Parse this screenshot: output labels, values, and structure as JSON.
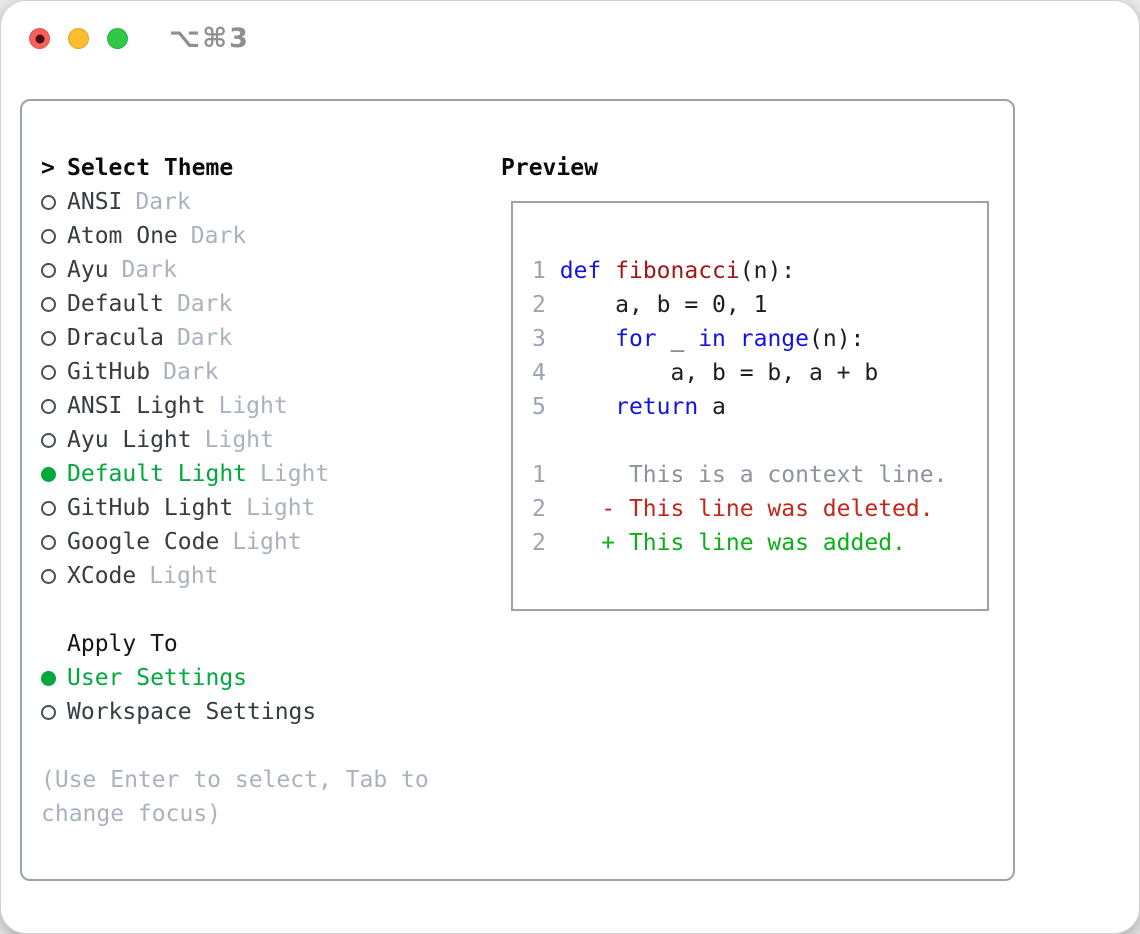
{
  "window": {
    "shortcut_label": "⌥⌘3"
  },
  "colors": {
    "accent_green": "#00a83e",
    "keyword_blue": "#1414e0",
    "function_red": "#a51616",
    "deleted_red": "#c3271b",
    "added_green": "#0ab017",
    "muted_gray": "#a9b2bd",
    "border_gray": "#9aa3ae",
    "traffic_red": "#f8615a",
    "traffic_yellow": "#fbbd2d",
    "traffic_green": "#30c847"
  },
  "theme_picker": {
    "heading_prefix": ">",
    "heading": "Select Theme",
    "items": [
      {
        "label": "ANSI",
        "tag": "Dark",
        "selected": false
      },
      {
        "label": "Atom One",
        "tag": "Dark",
        "selected": false
      },
      {
        "label": "Ayu",
        "tag": "Dark",
        "selected": false
      },
      {
        "label": "Default",
        "tag": "Dark",
        "selected": false
      },
      {
        "label": "Dracula",
        "tag": "Dark",
        "selected": false
      },
      {
        "label": "GitHub",
        "tag": "Dark",
        "selected": false
      },
      {
        "label": "ANSI Light",
        "tag": "Light",
        "selected": false
      },
      {
        "label": "Ayu Light",
        "tag": "Light",
        "selected": false
      },
      {
        "label": "Default Light",
        "tag": "Light",
        "selected": true
      },
      {
        "label": "GitHub Light",
        "tag": "Light",
        "selected": false
      },
      {
        "label": "Google Code",
        "tag": "Light",
        "selected": false
      },
      {
        "label": "XCode",
        "tag": "Light",
        "selected": false
      }
    ]
  },
  "apply_to": {
    "heading": "Apply To",
    "options": [
      {
        "label": "User Settings",
        "selected": true
      },
      {
        "label": "Workspace Settings",
        "selected": false
      }
    ]
  },
  "help_text": "(Use Enter to select, Tab to change focus)",
  "preview": {
    "heading": "Preview",
    "lines": [
      {
        "num": "1",
        "segments": [
          [
            " ",
            "pl"
          ],
          [
            "def",
            "kw"
          ],
          [
            " ",
            "pl"
          ],
          [
            "fibonacci",
            "fn"
          ],
          [
            "(n):",
            "pl"
          ]
        ]
      },
      {
        "num": "2",
        "segments": [
          [
            "     a, b = 0, 1",
            "pl"
          ]
        ]
      },
      {
        "num": "3",
        "segments": [
          [
            "     ",
            "pl"
          ],
          [
            "for",
            "kw"
          ],
          [
            " _ ",
            "pl"
          ],
          [
            "in",
            "kw"
          ],
          [
            " ",
            "pl"
          ],
          [
            "range",
            "kw"
          ],
          [
            "(n):",
            "pl"
          ]
        ]
      },
      {
        "num": "4",
        "segments": [
          [
            "         a, b = b, a + b",
            "pl"
          ]
        ]
      },
      {
        "num": "5",
        "segments": [
          [
            "     ",
            "pl"
          ],
          [
            "return",
            "kw"
          ],
          [
            " a",
            "pl"
          ]
        ]
      },
      {
        "num": "",
        "segments": []
      },
      {
        "num": "1",
        "segments": [
          [
            "      This is a context line.",
            "ctx"
          ]
        ]
      },
      {
        "num": "2",
        "segments": [
          [
            "    - This line was deleted.",
            "del"
          ]
        ]
      },
      {
        "num": "2",
        "segments": [
          [
            "    + This line was added.",
            "add"
          ]
        ]
      }
    ]
  }
}
